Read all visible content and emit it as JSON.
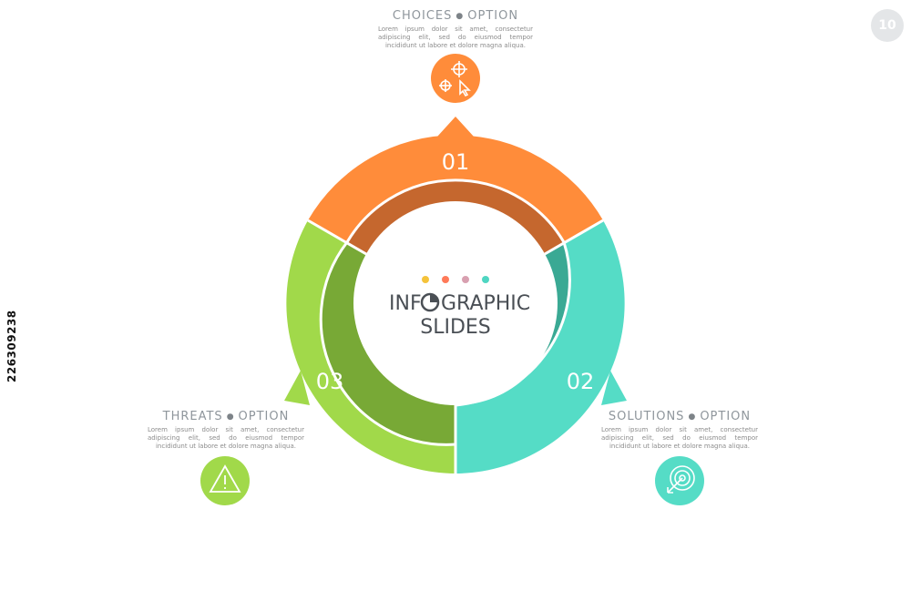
{
  "page_number": "10",
  "side_stock_id": "226309238",
  "center": {
    "title_part1": "INF",
    "title_part2": "GRAPHIC",
    "subtitle": "SLIDES"
  },
  "sections": [
    {
      "number": "01",
      "title": "CHOICES",
      "option": "OPTION",
      "body": "Lorem ipsum dolor sit amet, consectetur adipiscing elit, sed do eiusmod tempor incididunt ut labore et dolore magna aliqua.",
      "icon": "target-cursor-icon",
      "color": "#ff8c3a",
      "inner_color": "#c5672e"
    },
    {
      "number": "02",
      "title": "SOLUTIONS",
      "option": "OPTION",
      "body": "Lorem ipsum dolor sit amet, consectetur adipiscing elit, sed do eiusmod tempor incididunt ut labore et dolore magna aliqua.",
      "icon": "bullseye-arrow-icon",
      "color": "#55dcc6",
      "inner_color": "#3aa994"
    },
    {
      "number": "03",
      "title": "THREATS",
      "option": "OPTION",
      "body": "Lorem ipsum dolor sit amet, consectetur adipiscing elit, sed do eiusmod tempor incididunt ut labore et dolore magna aliqua.",
      "icon": "warning-triangle-icon",
      "color": "#a1d94a",
      "inner_color": "#78a936"
    }
  ],
  "center_dots": [
    "#f5c33b",
    "#ff7a59",
    "#d8a0b0",
    "#4fd6c2"
  ]
}
